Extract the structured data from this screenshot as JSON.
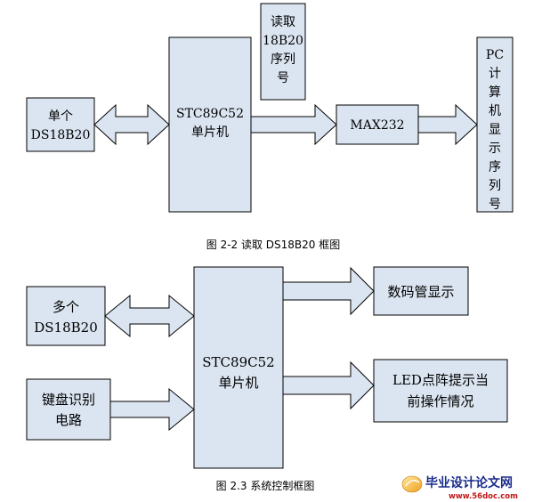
{
  "diagram1": {
    "single_ds18b20": [
      "单个",
      "DS18B20"
    ],
    "mcu": [
      "STC89C52",
      "单片机"
    ],
    "read_serial": [
      "读取",
      "18B20",
      "序列",
      "号"
    ],
    "max232": "MAX232",
    "pc_display": [
      "PC",
      "计",
      "算",
      "机",
      "显",
      "示",
      "序",
      "列",
      "号"
    ],
    "caption": "图 2-2 读取 DS18B20 框图"
  },
  "diagram2": {
    "multi_ds18b20": [
      "多个",
      "DS18B20"
    ],
    "keyboard": [
      "键盘识别",
      "电路"
    ],
    "mcu": [
      "STC89C52",
      "单片机"
    ],
    "digital_tube": "数码管显示",
    "led_matrix": [
      "LED点阵提示当",
      "前操作情况"
    ],
    "caption": "图 2.3 系统控制框图"
  },
  "watermark": {
    "title": "毕业设计论文网",
    "url": "www.56doc.com"
  }
}
